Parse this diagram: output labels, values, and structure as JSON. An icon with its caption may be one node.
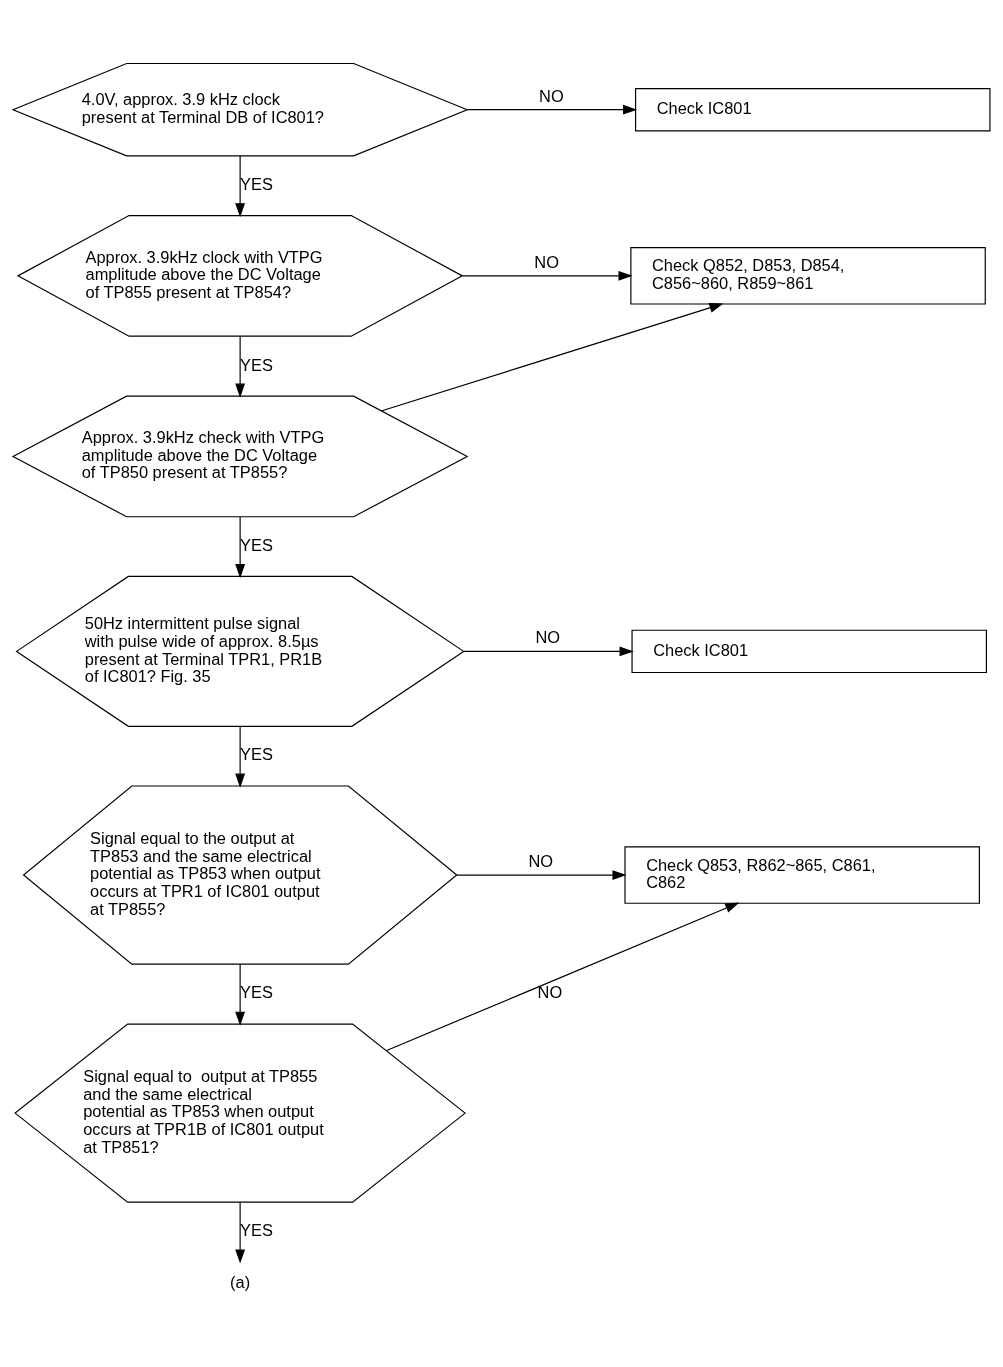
{
  "diagram": {
    "nodes": [
      {
        "text": [
          "4.0V, approx. 3.9 kHz clock present at Terminal DB of IC801?"
        ]
      },
      {
        "text": [
          "Check IC801"
        ]
      },
      {
        "text": [
          "Approx. 3.9kHz clock with VTPG amplitude above the DC Voltage of TP855 present at TP854?"
        ]
      },
      {
        "text": [
          "Check Q852, D853, D854, C856~860, R859~861"
        ]
      },
      {
        "text": [
          "Approx. 3.9kHz check with VTPG amplitude above the DC Voltage of TP850 present at TP855?"
        ]
      },
      {
        "text": [
          "50Hz intermittent pulse signal with pulse wide of approx. 8.5µs present at Terminal TPR1, PR1B of IC801? Fig. 35"
        ]
      },
      {
        "text": [
          "Check IC801"
        ]
      },
      {
        "text": [
          "Signal equal to the output at TP853 and the same electrical potential as TP853 when output occurs at TPR1 of IC801 output at TP855?"
        ]
      },
      {
        "text": [
          "Check Q853, R862~865, C861, C862"
        ]
      },
      {
        "text": [
          "Signal equal to  output at TP855 and the same electrical potential as TP853 when output occurs at TPR1B of IC801 output at TP851?"
        ]
      },
      {
        "text": [
          "(a)"
        ]
      }
    ],
    "edges": [
      {
        "from": 0,
        "to": 1,
        "arrow": "to",
        "label": "NO"
      },
      {
        "from": 0,
        "to": 2,
        "arrow": "to",
        "label": "YES"
      },
      {
        "from": 2,
        "to": 3,
        "arrow": "to",
        "label": "NO"
      },
      {
        "from": 2,
        "to": 4,
        "arrow": "to",
        "label": "YES"
      },
      {
        "from": 4,
        "to": 3,
        "arrow": "to"
      },
      {
        "from": 4,
        "to": 5,
        "arrow": "to",
        "label": "YES"
      },
      {
        "from": 5,
        "to": 6,
        "arrow": "to",
        "label": "NO"
      },
      {
        "from": 5,
        "to": 7,
        "arrow": "to",
        "label": "YES"
      },
      {
        "from": 7,
        "to": 8,
        "arrow": "to",
        "label": "NO"
      },
      {
        "from": 7,
        "to": 9,
        "arrow": "to",
        "label": "YES"
      },
      {
        "from": 9,
        "to": 8,
        "arrow": "to",
        "label": "NO"
      },
      {
        "from": 9,
        "to": 10,
        "arrow": "to",
        "label": "YES"
      }
    ]
  }
}
